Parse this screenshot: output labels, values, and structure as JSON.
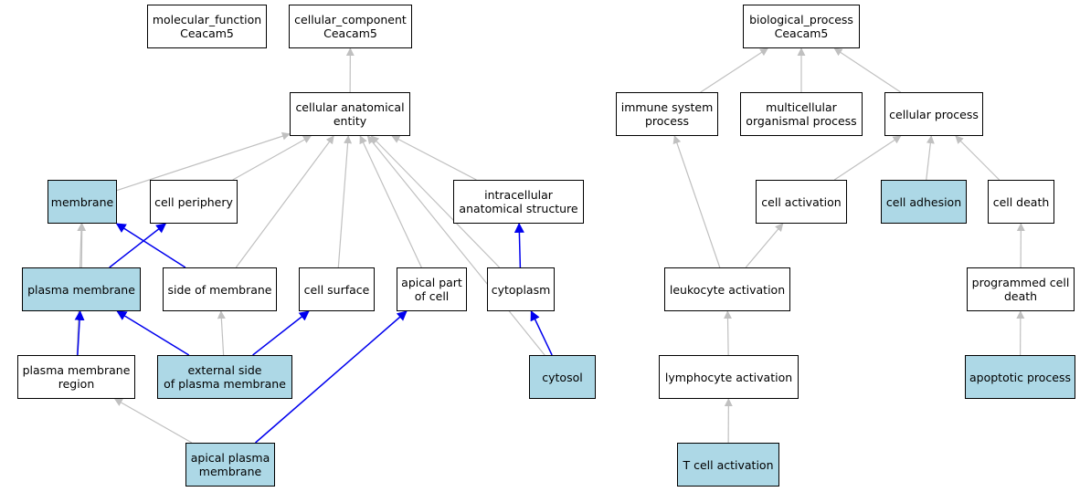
{
  "colors": {
    "highlight_fill": "#add8e6",
    "default_fill": "#ffffff",
    "blue_edge": "#0000ee",
    "gray_edge": "#c0c0c0"
  },
  "nodes": [
    {
      "id": "mf",
      "label": "molecular_function\nCeacam5",
      "highlight": false
    },
    {
      "id": "cc",
      "label": "cellular_component\nCeacam5",
      "highlight": false
    },
    {
      "id": "bp",
      "label": "biological_process\nCeacam5",
      "highlight": false
    },
    {
      "id": "cae",
      "label": "cellular anatomical\nentity",
      "highlight": false
    },
    {
      "id": "isp",
      "label": "immune system\nprocess",
      "highlight": false
    },
    {
      "id": "mop",
      "label": "multicellular\norganismal process",
      "highlight": false
    },
    {
      "id": "cp",
      "label": "cellular process",
      "highlight": false
    },
    {
      "id": "mem",
      "label": "membrane",
      "highlight": true
    },
    {
      "id": "cper",
      "label": "cell periphery",
      "highlight": false
    },
    {
      "id": "ias",
      "label": "intracellular\nanatomical structure",
      "highlight": false
    },
    {
      "id": "cact",
      "label": "cell activation",
      "highlight": false
    },
    {
      "id": "cadh",
      "label": "cell adhesion",
      "highlight": true
    },
    {
      "id": "cdeath",
      "label": "cell death",
      "highlight": false
    },
    {
      "id": "pm",
      "label": "plasma membrane",
      "highlight": true
    },
    {
      "id": "som",
      "label": "side of membrane",
      "highlight": false
    },
    {
      "id": "csurf",
      "label": "cell surface",
      "highlight": false
    },
    {
      "id": "apc",
      "label": "apical part\nof cell",
      "highlight": false
    },
    {
      "id": "cyto",
      "label": "cytoplasm",
      "highlight": false
    },
    {
      "id": "lact",
      "label": "leukocyte activation",
      "highlight": false
    },
    {
      "id": "pcd",
      "label": "programmed cell\ndeath",
      "highlight": false
    },
    {
      "id": "pmr",
      "label": "plasma membrane\nregion",
      "highlight": false
    },
    {
      "id": "espm",
      "label": "external side\nof plasma membrane",
      "highlight": true
    },
    {
      "id": "cytosol",
      "label": "cytosol",
      "highlight": true
    },
    {
      "id": "lyact",
      "label": "lymphocyte activation",
      "highlight": false
    },
    {
      "id": "apop",
      "label": "apoptotic process",
      "highlight": true
    },
    {
      "id": "apm",
      "label": "apical plasma\nmembrane",
      "highlight": true
    },
    {
      "id": "tact",
      "label": "T cell activation",
      "highlight": true
    }
  ],
  "edges": [
    {
      "from": "cae",
      "to": "cc",
      "type": "gray"
    },
    {
      "from": "isp",
      "to": "bp",
      "type": "gray"
    },
    {
      "from": "mop",
      "to": "bp",
      "type": "gray"
    },
    {
      "from": "cp",
      "to": "bp",
      "type": "gray"
    },
    {
      "from": "mem",
      "to": "cae",
      "type": "gray"
    },
    {
      "from": "cper",
      "to": "cae",
      "type": "gray"
    },
    {
      "from": "som",
      "to": "cae",
      "type": "gray"
    },
    {
      "from": "csurf",
      "to": "cae",
      "type": "gray"
    },
    {
      "from": "apc",
      "to": "cae",
      "type": "gray"
    },
    {
      "from": "cyto",
      "to": "cae",
      "type": "gray"
    },
    {
      "from": "ias",
      "to": "cae",
      "type": "gray"
    },
    {
      "from": "cytosol",
      "to": "cae",
      "type": "gray"
    },
    {
      "from": "cact",
      "to": "cp",
      "type": "gray"
    },
    {
      "from": "cadh",
      "to": "cp",
      "type": "gray"
    },
    {
      "from": "cdeath",
      "to": "cp",
      "type": "gray"
    },
    {
      "from": "lact",
      "to": "isp",
      "type": "gray"
    },
    {
      "from": "lact",
      "to": "cact",
      "type": "gray"
    },
    {
      "from": "pcd",
      "to": "cdeath",
      "type": "gray"
    },
    {
      "from": "pm",
      "to": "mem",
      "type": "gray"
    },
    {
      "from": "pm",
      "to": "cper",
      "type": "blue"
    },
    {
      "from": "som",
      "to": "mem",
      "type": "blue"
    },
    {
      "from": "cyto",
      "to": "ias",
      "type": "blue"
    },
    {
      "from": "pmr",
      "to": "mem",
      "type": "gray"
    },
    {
      "from": "pmr",
      "to": "pm",
      "type": "blue"
    },
    {
      "from": "espm",
      "to": "pm",
      "type": "blue"
    },
    {
      "from": "espm",
      "to": "som",
      "type": "gray"
    },
    {
      "from": "espm",
      "to": "csurf",
      "type": "blue"
    },
    {
      "from": "cytosol",
      "to": "cyto",
      "type": "blue"
    },
    {
      "from": "lyact",
      "to": "lact",
      "type": "gray"
    },
    {
      "from": "apop",
      "to": "pcd",
      "type": "gray"
    },
    {
      "from": "apm",
      "to": "pmr",
      "type": "gray"
    },
    {
      "from": "apm",
      "to": "apc",
      "type": "blue"
    },
    {
      "from": "tact",
      "to": "lyact",
      "type": "gray"
    }
  ]
}
